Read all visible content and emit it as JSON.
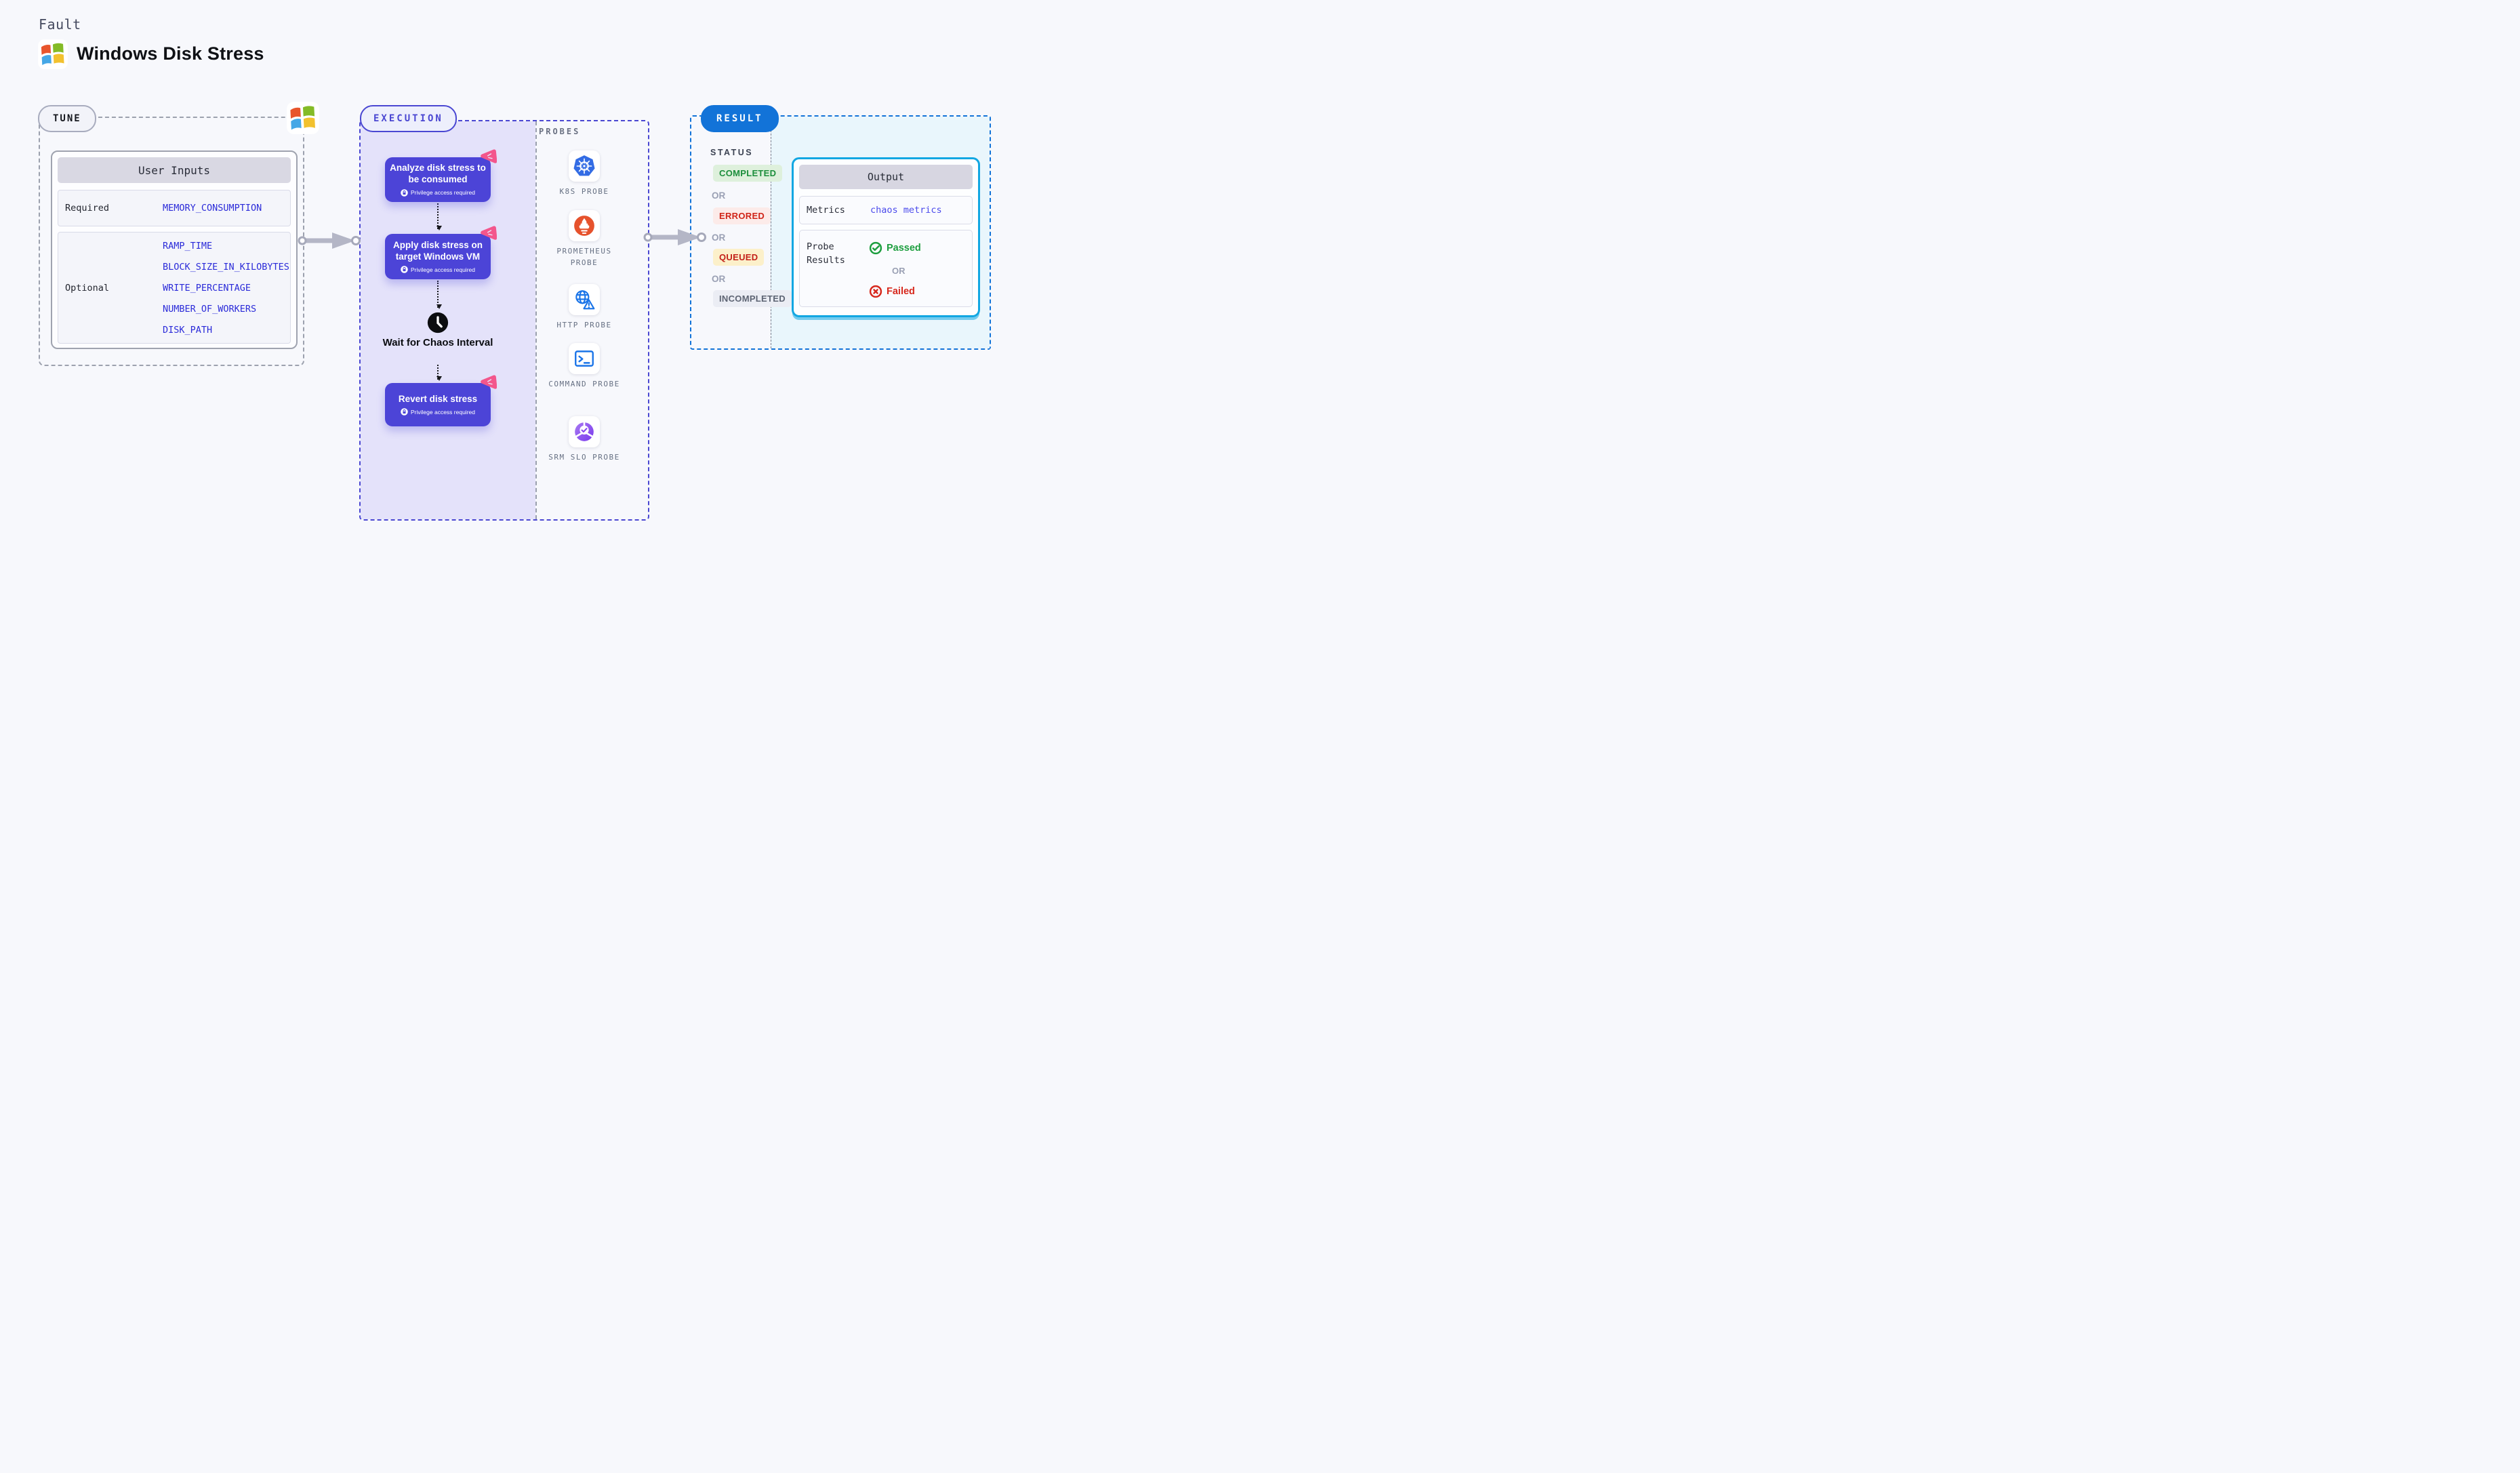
{
  "header": {
    "category": "Fault",
    "title": "Windows Disk Stress"
  },
  "tune": {
    "label": "TUNE",
    "card_title": "User Inputs",
    "required_label": "Required",
    "required_inputs": [
      "MEMORY_CONSUMPTION"
    ],
    "optional_label": "Optional",
    "optional_inputs": [
      "RAMP_TIME",
      "BLOCK_SIZE_IN_KILOBYTES",
      "WRITE_PERCENTAGE",
      "NUMBER_OF_WORKERS",
      "DISK_PATH"
    ]
  },
  "execution": {
    "label": "EXECUTION",
    "steps": [
      {
        "title": "Analyze disk stress to be consumed",
        "badge": "Privilege access required"
      },
      {
        "title": "Apply disk stress on target Windows VM",
        "badge": "Privilege access required"
      },
      {
        "title": "Revert disk stress",
        "badge": "Privilege access required"
      }
    ],
    "wait_label": "Wait for Chaos Interval"
  },
  "probes": {
    "label": "PROBES",
    "items": [
      {
        "name": "K8S PROBE",
        "icon": "kubernetes-icon"
      },
      {
        "name": "PROMETHEUS PROBE",
        "icon": "prometheus-icon"
      },
      {
        "name": "HTTP PROBE",
        "icon": "http-globe-warning-icon"
      },
      {
        "name": "COMMAND PROBE",
        "icon": "terminal-icon"
      },
      {
        "name": "SRM SLO PROBE",
        "icon": "slo-donut-check-icon"
      }
    ]
  },
  "result": {
    "label": "RESULT",
    "status_label": "STATUS",
    "or_label": "OR",
    "statuses": [
      {
        "text": "COMPLETED",
        "type": "completed"
      },
      {
        "text": "ERRORED",
        "type": "errored"
      },
      {
        "text": "QUEUED",
        "type": "queued"
      },
      {
        "text": "INCOMPLETED",
        "type": "incompleted"
      }
    ],
    "output": {
      "title": "Output",
      "metrics_label": "Metrics",
      "metrics_value": "chaos metrics",
      "probe_results_label": "Probe Results",
      "passed_label": "Passed",
      "failed_label": "Failed"
    }
  },
  "colors": {
    "accent_indigo": "#4c44d7",
    "execution_fill": "#e4e2fa",
    "result_blue": "#1273d8",
    "output_cyan": "#12a7e2",
    "flag_pink": "#f3568c",
    "passed_green": "#1d9e3f",
    "failed_red": "#d7281d",
    "kubernetes_blue": "#336ce4",
    "prometheus_orange": "#e6522c"
  }
}
